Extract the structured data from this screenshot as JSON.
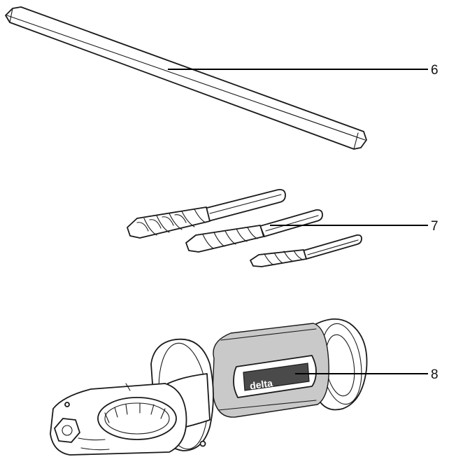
{
  "figure": {
    "callouts": [
      {
        "number": "6",
        "part": "rod-with-hex-ends"
      },
      {
        "number": "7",
        "part": "drill-bits"
      },
      {
        "number": "8",
        "part": "auxiliary-handle"
      }
    ],
    "colors": {
      "ink": "#1a1a1a",
      "background": "#ffffff",
      "handle_grip": "#c9c9c9"
    }
  }
}
